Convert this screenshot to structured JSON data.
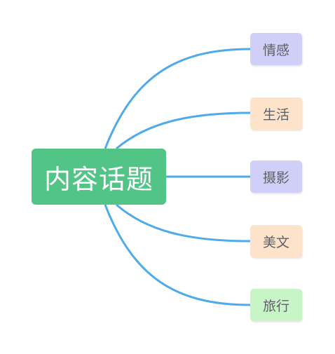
{
  "root": {
    "label": "内容话题",
    "color": "#52c486"
  },
  "connector_color": "#4eaaea",
  "children": [
    {
      "label": "情感",
      "color": "#cfcff8"
    },
    {
      "label": "生活",
      "color": "#fde3c9"
    },
    {
      "label": "摄影",
      "color": "#cfcff8"
    },
    {
      "label": "美文",
      "color": "#fde3c9"
    },
    {
      "label": "旅行",
      "color": "#c8f5c8"
    }
  ]
}
